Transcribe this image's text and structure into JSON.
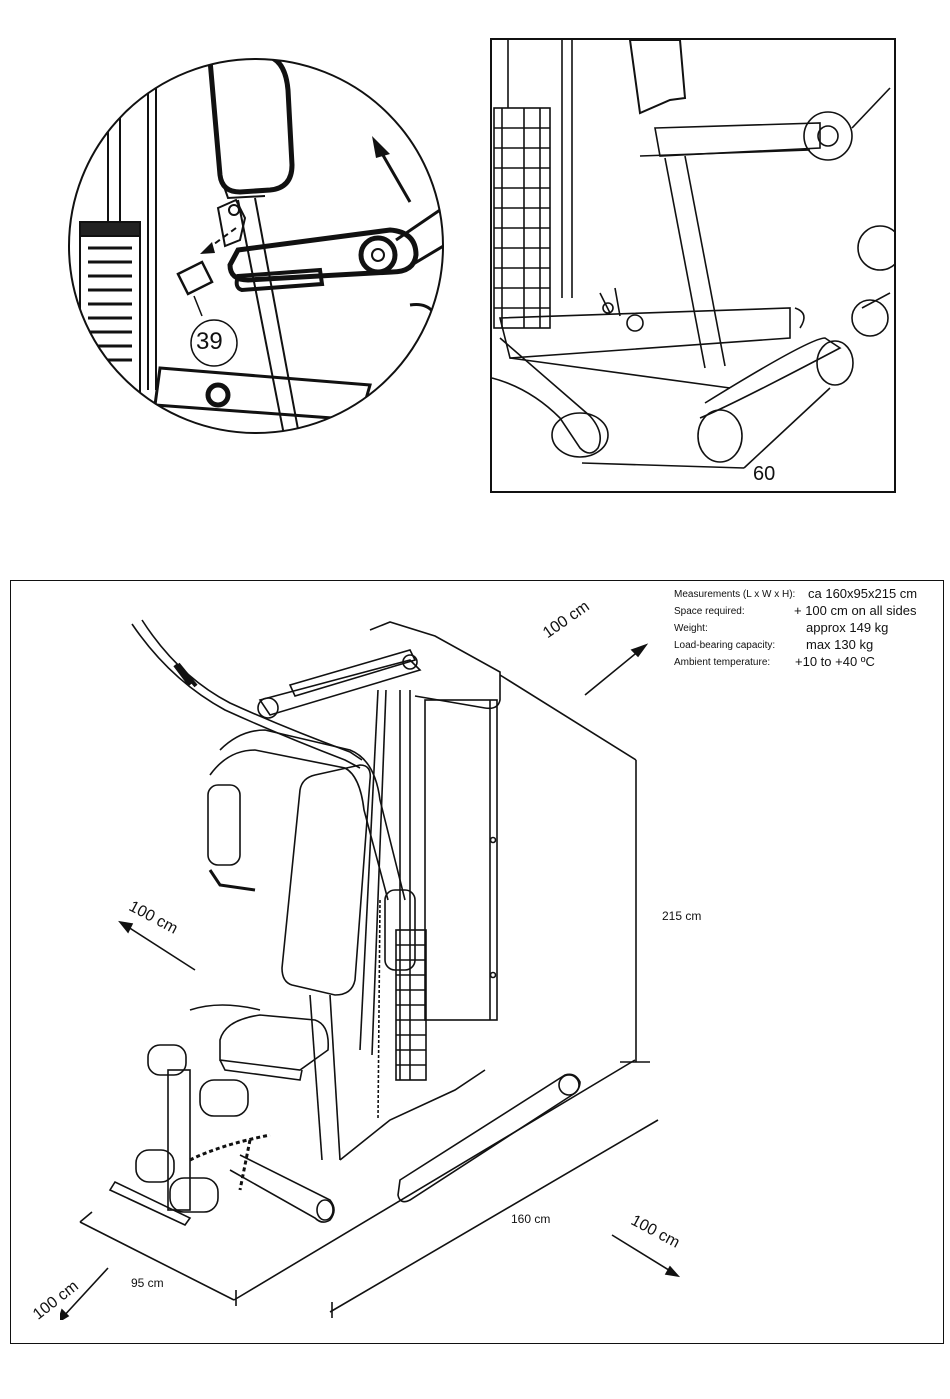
{
  "detail_left": {
    "part_number": "39"
  },
  "detail_right": {
    "part_number": "60"
  },
  "overview": {
    "specs": [
      {
        "label": "Measurements (L x W x H):",
        "value": "ca 160x95x215 cm"
      },
      {
        "label": "Space required:",
        "value": "+ 100 cm on all sides"
      },
      {
        "label": "Weight:",
        "value": "approx 149 kg"
      },
      {
        "label": "Load-bearing capacity:",
        "value": "max  130 kg"
      },
      {
        "label": "Ambient temperature:",
        "value": "+10 to +40 ºC"
      }
    ],
    "clearance_top": "100 cm",
    "clearance_left": "100 cm",
    "clearance_right": "100 cm",
    "clearance_bottom": "100 cm",
    "height_dim": "215 cm",
    "length_dim": "160 cm",
    "width_dim": "95 cm"
  }
}
